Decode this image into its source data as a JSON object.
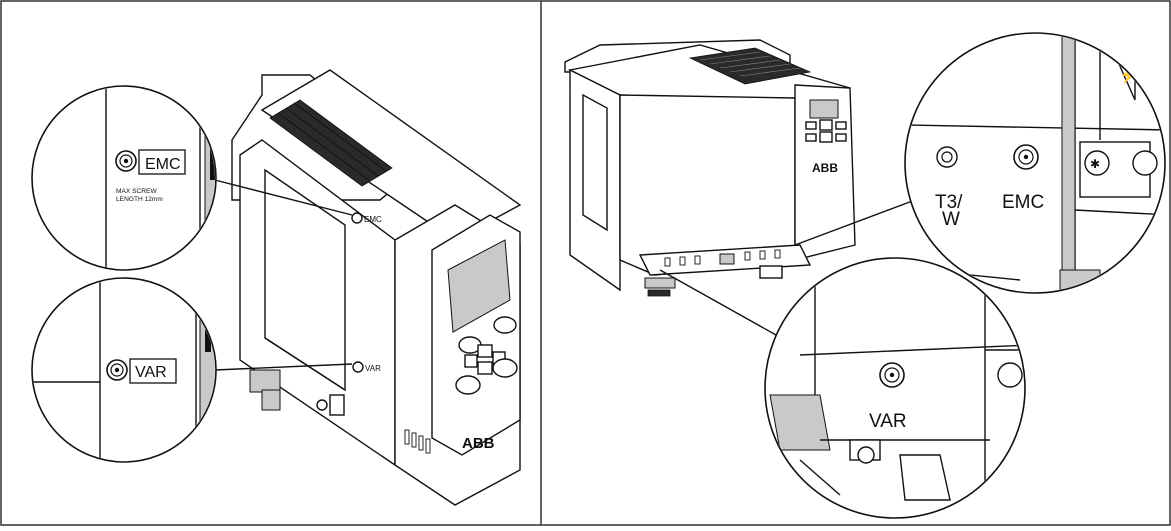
{
  "left_panel": {
    "callout_emc": {
      "label": "EMC",
      "note_line1": "MAX SCREW",
      "note_line2": "LENGTH 12mm"
    },
    "callout_var": {
      "label": "VAR"
    },
    "drive": {
      "brand": "ABB",
      "emc_tag": "EMC",
      "var_tag": "VAR"
    }
  },
  "right_panel": {
    "callout_emc": {
      "terminal": "T3/",
      "terminal2": "W",
      "label": "EMC"
    },
    "callout_var": {
      "label": "VAR"
    },
    "drive": {
      "brand": "ABB"
    }
  },
  "colors": {
    "line": "#111111",
    "grey_fill": "#c9c9c9",
    "panel_border": "#333333"
  }
}
